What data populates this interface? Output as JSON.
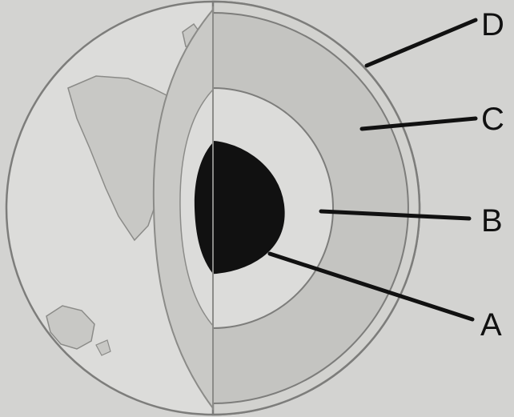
{
  "labels": {
    "a": "A",
    "b": "B",
    "c": "C",
    "d": "D"
  },
  "colors": {
    "background": "#d3d3d1",
    "surface": "#dcdcda",
    "land": "#c8c8c5",
    "mantle": "#c4c4c1",
    "outer_core": "#dcdcda",
    "inner_core": "#111111",
    "outline": "#7d7d7b"
  }
}
